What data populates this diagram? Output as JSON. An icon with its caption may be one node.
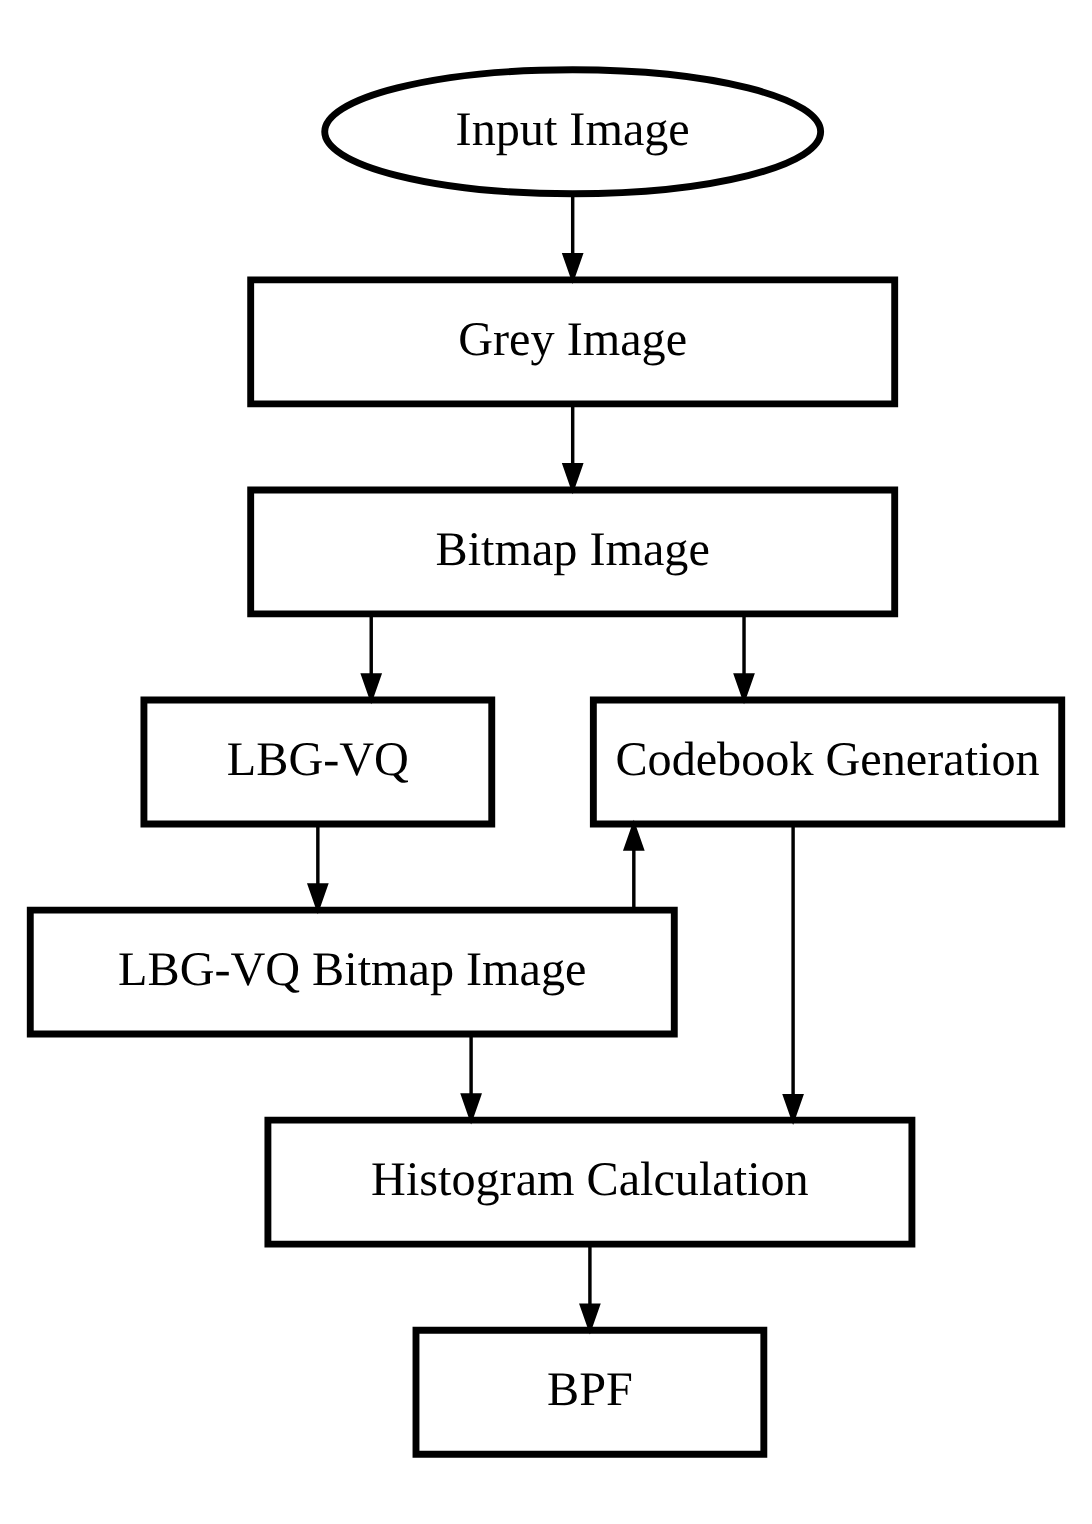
{
  "diagram": {
    "nodes": [
      {
        "text": [
          "Input Image"
        ]
      },
      {
        "text": [
          "Grey Image"
        ]
      },
      {
        "text": [
          "Bitmap Image"
        ]
      },
      {
        "text": [
          "LBG-VQ"
        ]
      },
      {
        "text": [
          "Codebook Generation"
        ]
      },
      {
        "text": [
          "LBG-VQ Bitmap Image"
        ]
      },
      {
        "text": [
          "Histogram Calculation"
        ]
      },
      {
        "text": [
          "BPF"
        ]
      }
    ],
    "edges": [
      {
        "from": 0,
        "to": 1,
        "arrow": "to"
      },
      {
        "from": 1,
        "to": 2,
        "arrow": "to"
      },
      {
        "from": 2,
        "to": 3,
        "arrow": "to"
      },
      {
        "from": 2,
        "to": 4,
        "arrow": "to"
      },
      {
        "from": 3,
        "to": 5,
        "arrow": "to"
      },
      {
        "from": 5,
        "to": 4,
        "arrow": "to"
      },
      {
        "from": 5,
        "to": 6,
        "arrow": "to"
      },
      {
        "from": 4,
        "to": 6,
        "arrow": "to"
      },
      {
        "from": 6,
        "to": 7,
        "arrow": "to"
      }
    ]
  }
}
